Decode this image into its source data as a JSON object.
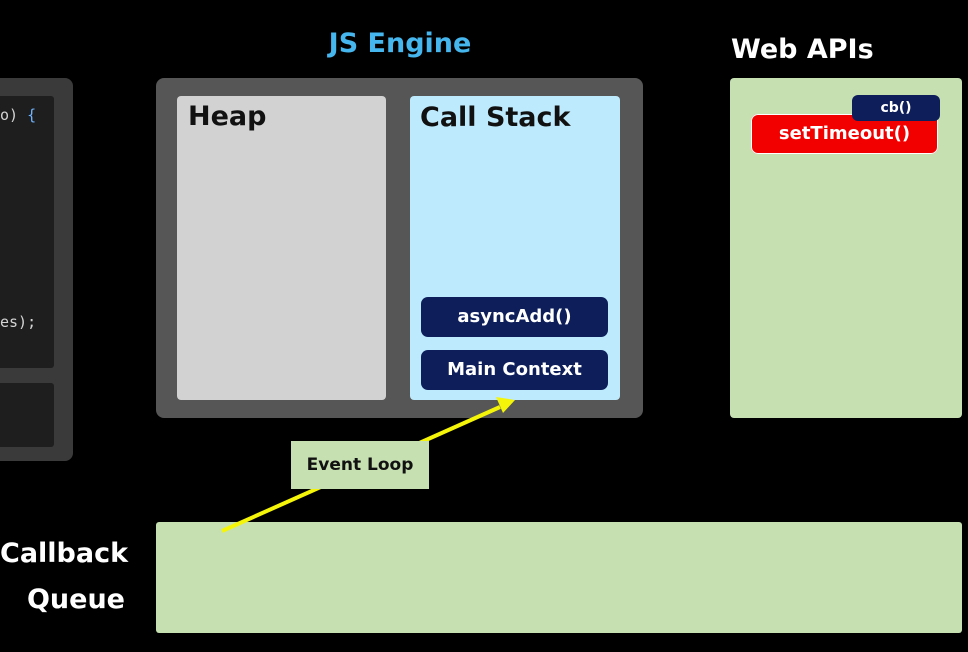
{
  "code_panel": {
    "line_1": "o) ",
    "line_1_brace": "{",
    "line_2": "es);"
  },
  "js_engine": {
    "title": "JS Engine",
    "heap_label": "Heap",
    "call_stack_label": "Call Stack",
    "call_stack_frames": [
      "asyncAdd()",
      "Main Context"
    ]
  },
  "web_apis": {
    "title": "Web APIs",
    "items": [
      "cb()",
      "setTimeout()"
    ]
  },
  "event_loop": {
    "label": "Event Loop"
  },
  "callback_queue": {
    "label_line_1": "Callback",
    "label_line_2": "Queue"
  },
  "colors": {
    "engine_title": "#45b6ee",
    "frame_bg": "#0d1e5b",
    "set_timeout_bg": "#f20000",
    "green_box": "#c6e0b2",
    "stack_bg": "#bdeafc",
    "arrow": "#f5f50a"
  }
}
